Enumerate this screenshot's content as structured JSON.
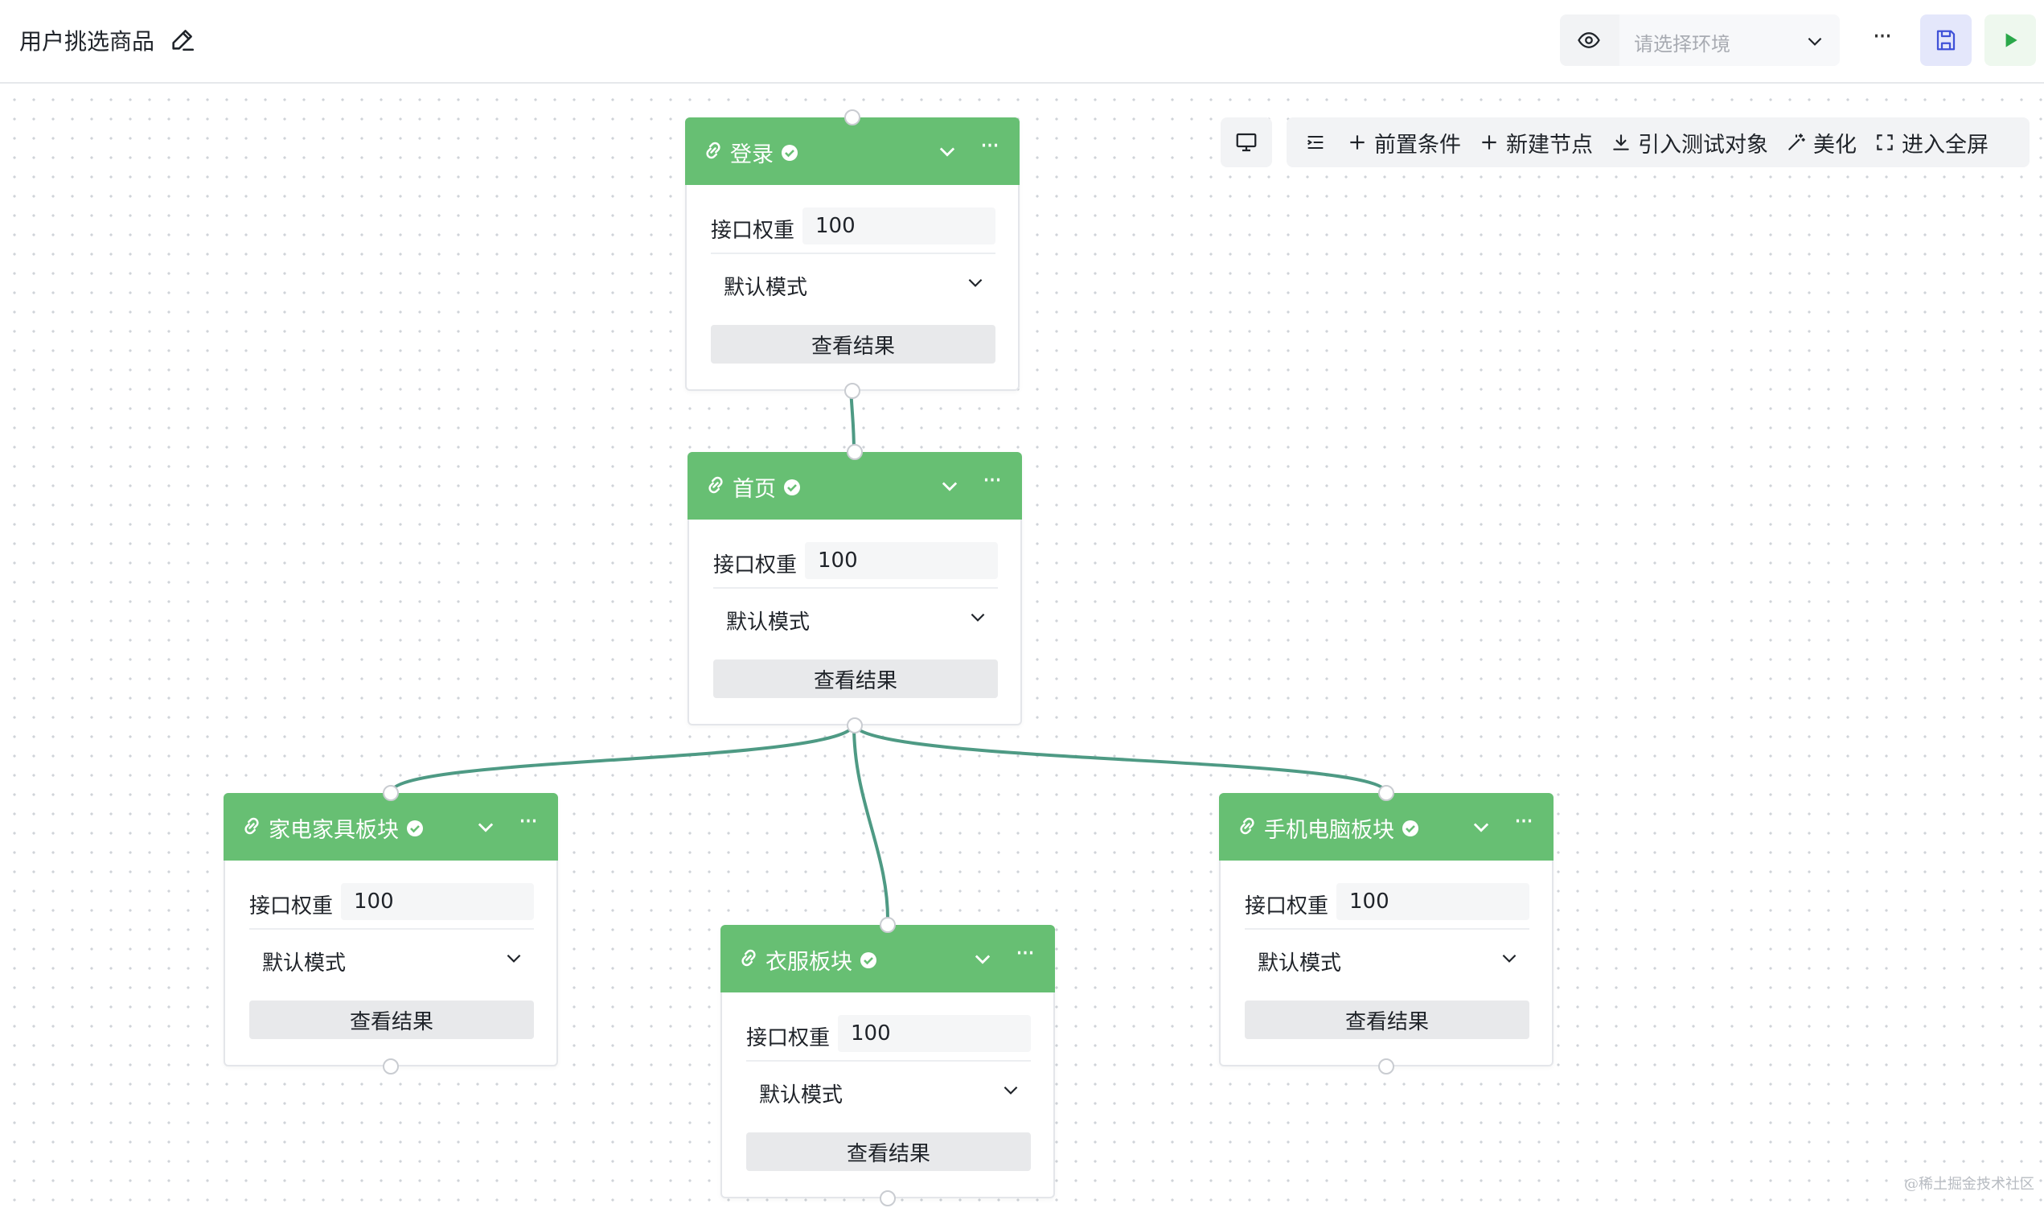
{
  "header": {
    "title": "用户挑选商品",
    "env_placeholder": "请选择环境",
    "more_label": "···"
  },
  "toolbar": {
    "items": [
      {
        "label": "前置条件",
        "icon": "plus-icon"
      },
      {
        "label": "新建节点",
        "icon": "plus-icon"
      },
      {
        "label": "引入测试对象",
        "icon": "download-icon"
      },
      {
        "label": "美化",
        "icon": "magic-wand-icon"
      },
      {
        "label": "进入全屏",
        "icon": "fullscreen-icon"
      }
    ]
  },
  "nodes": [
    {
      "title": "登录",
      "weight_label": "接口权重",
      "weight": "100",
      "mode": "默认模式",
      "view_label": "查看结果"
    },
    {
      "title": "首页",
      "weight_label": "接口权重",
      "weight": "100",
      "mode": "默认模式",
      "view_label": "查看结果"
    },
    {
      "title": "家电家具板块",
      "weight_label": "接口权重",
      "weight": "100",
      "mode": "默认模式",
      "view_label": "查看结果"
    },
    {
      "title": "衣服板块",
      "weight_label": "接口权重",
      "weight": "100",
      "mode": "默认模式",
      "view_label": "查看结果"
    },
    {
      "title": "手机电脑板块",
      "weight_label": "接口权重",
      "weight": "100",
      "mode": "默认模式",
      "view_label": "查看结果"
    }
  ],
  "watermark": "@稀土掘金技术社区",
  "colors": {
    "node_header": "#67bf73",
    "edge": "#4e9a84",
    "save_icon": "#3f51d8",
    "run_icon": "#2aa84a"
  }
}
